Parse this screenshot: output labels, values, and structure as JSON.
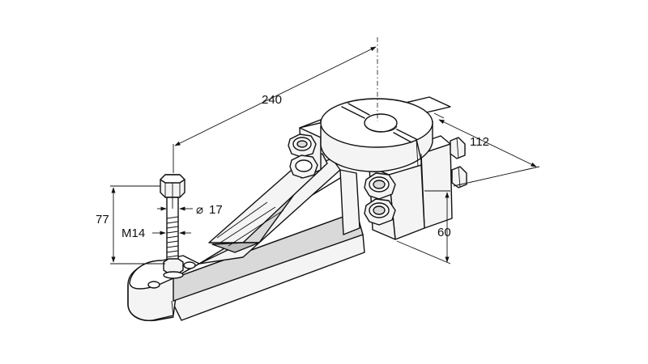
{
  "dimensions": {
    "length": "240",
    "width": "112",
    "height": "60",
    "bolt_height": "77",
    "thread": "M14",
    "diameter": "17",
    "diameter_symbol": "⌀"
  }
}
